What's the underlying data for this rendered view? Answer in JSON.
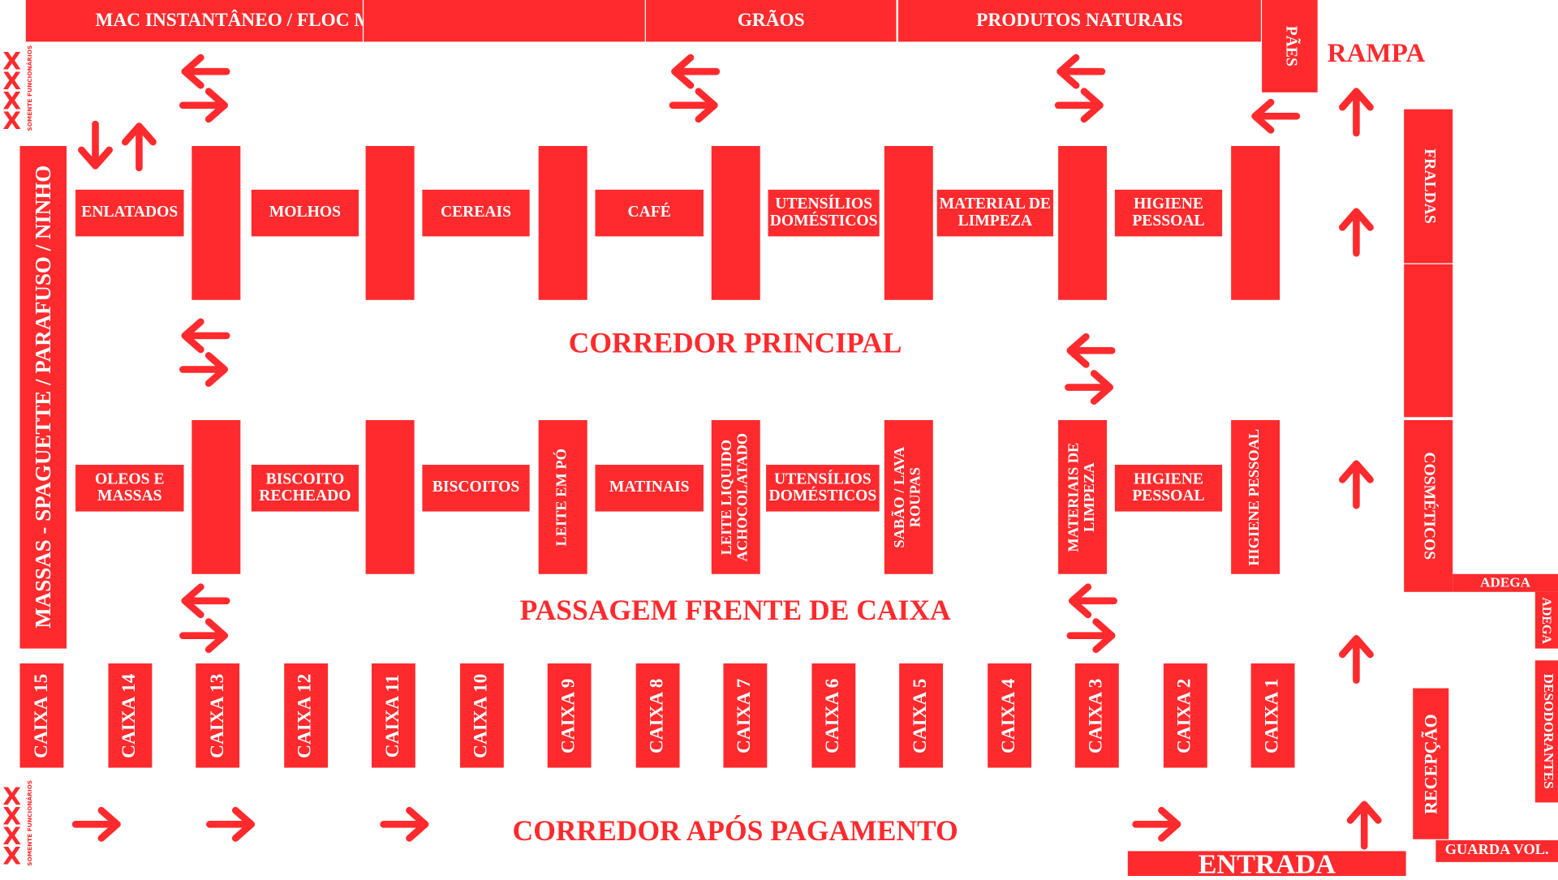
{
  "top": {
    "mac": "MAC INSTANTÂNEO / FLOC MILHO",
    "graos": "GRÃOS",
    "naturais": "PRODUTOS NATURAIS",
    "paes": "PÃES",
    "rampa": "RAMPA"
  },
  "staff": {
    "marks": "XXXX",
    "label": "SOMENTE FUNCIONÁRIOS"
  },
  "massas": "MASSAS - SPAGUETTE / PARAFUSO / NINHO",
  "row1": [
    "ENLATADOS",
    "MOLHOS",
    "CEREAIS",
    "CAFÉ",
    "UTENSÍLIOS DOMÉSTICOS",
    "MATERIAL DE LIMPEZA",
    "HIGIENE PESSOAL"
  ],
  "row2": [
    "OLEOS E MASSAS",
    "BISCOITO RECHEADO",
    "BISCOITOS",
    "MATINAIS",
    "UTENSÍLIOS DOMÉSTICOS",
    "HIGIENE PESSOAL"
  ],
  "row2_shelves": [
    "LEITE EM PÓ",
    "LEITE LIQUIDO ACHOCOLATADO",
    "SABÃO / LAVA ROUPAS",
    "MATERIAIS DE LIMPEZA",
    "HIGIENE PESSOAL"
  ],
  "aisles": {
    "principal": "CORREDOR PRINCIPAL",
    "frente": "PASSAGEM FRENTE DE CAIXA",
    "apos": "CORREDOR APÓS  PAGAMENTO"
  },
  "right": {
    "fraldas": "FRALDAS",
    "cosmeticos": "COSMÉTICOS",
    "adega": "ADEGA",
    "desodorantes": "DESODORANTES",
    "recepcao": "RECEPÇÃO",
    "guarda": "GUARDA VOL.",
    "entrada": "ENTRADA"
  },
  "caixas": [
    "CAIXA 15",
    "CAIXA 14",
    "CAIXA 13",
    "CAIXA 12",
    "CAIXA 11",
    "CAIXA 10",
    "CAIXA 9",
    "CAIXA 8",
    "CAIXA 7",
    "CAIXA 6",
    "CAIXA 5",
    "CAIXA 4",
    "CAIXA 3",
    "CAIXA 2",
    "CAIXA 1"
  ],
  "colors": {
    "red": "#ff2a2d",
    "text": "#ffffff"
  }
}
